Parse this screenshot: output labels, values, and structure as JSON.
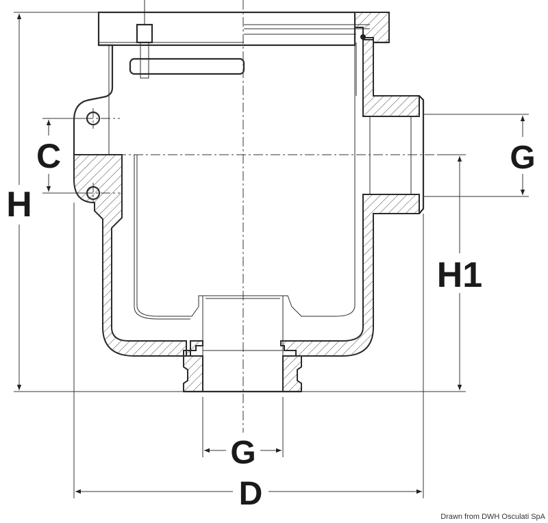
{
  "dimensions": {
    "height": "H",
    "inner_height": "H1",
    "hole_spacing": "C",
    "side_thread": "G",
    "bottom_thread": "G",
    "diameter": "D"
  },
  "credit": "Drawn from DWH Osculati SpA"
}
